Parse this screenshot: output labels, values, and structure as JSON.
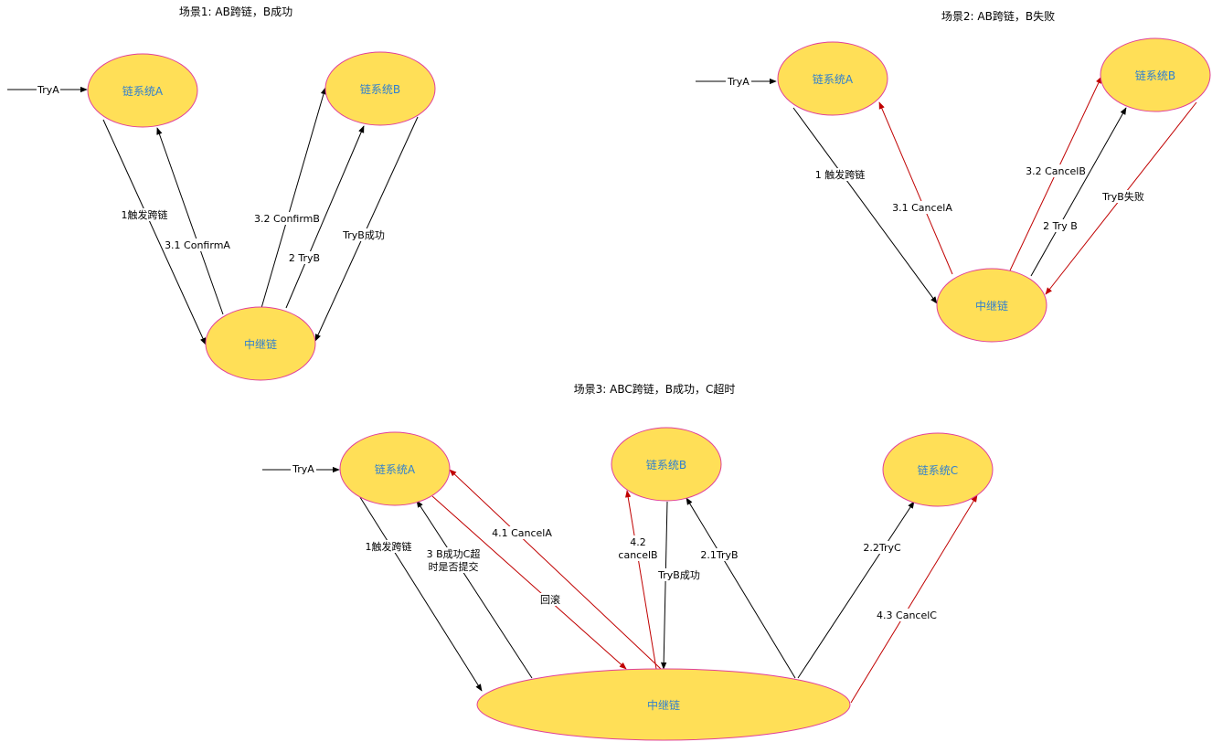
{
  "colors": {
    "node_fill": "#ffdf57",
    "node_stroke": "#e0409a",
    "node_text": "#2f7fd0",
    "edge_black": "#000000",
    "edge_red": "#c00000"
  },
  "scene1": {
    "title": "场景1: AB跨链，B成功",
    "nodes": {
      "a": "链系统A",
      "b": "链系统B",
      "relay": "中继链"
    },
    "edges": {
      "entry": "TryA",
      "trigger": "1触发跨链",
      "confirm_a": "3.1 ConfirmA",
      "confirm_b": "3.2 ConfirmB",
      "try_b": "2 TryB",
      "try_b_ok": "TryB成功"
    }
  },
  "scene2": {
    "title": "场景2: AB跨链，B失败",
    "nodes": {
      "a": "链系统A",
      "b": "链系统B",
      "relay": "中继链"
    },
    "edges": {
      "entry": "TryA",
      "trigger": "1 触发跨链",
      "cancel_a": "3.1 CancelA",
      "cancel_b": "3.2 CancelB",
      "try_b": "2 Try B",
      "try_b_fail": "TryB失败"
    }
  },
  "scene3": {
    "title": "场景3: ABC跨链，B成功，C超时",
    "nodes": {
      "a": "链系统A",
      "b": "链系统B",
      "c": "链系统C",
      "relay": "中继链"
    },
    "edges": {
      "entry": "TryA",
      "trigger": "1触发跨链",
      "commit_q_line1": "3 B成功C超",
      "commit_q_line2": "时是否提交",
      "cancel_a": "4.1 CancelA",
      "rollback": "回滚",
      "cancel_b_line1": "4.2",
      "cancel_b_line2": "cancelB",
      "try_b_ok": "TryB成功",
      "try_b": "2.1TryB",
      "try_c": "2.2TryC",
      "cancel_c": "4.3 CancelC"
    }
  }
}
